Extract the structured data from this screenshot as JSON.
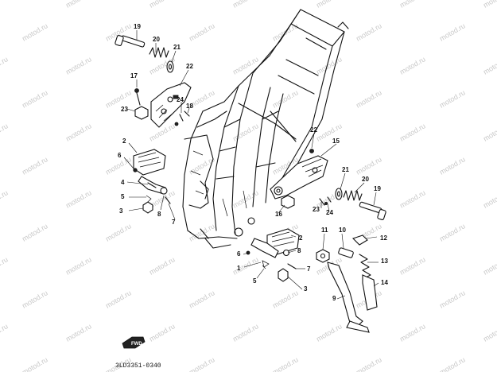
{
  "diagram": {
    "code": "3LD3351-0340",
    "watermark": "motod.ru",
    "callouts": [
      "19",
      "20",
      "21",
      "22",
      "17",
      "23",
      "24",
      "18",
      "2",
      "6",
      "4",
      "5",
      "3",
      "8",
      "7",
      "22",
      "15",
      "21",
      "20",
      "19",
      "16",
      "23",
      "24",
      "2",
      "11",
      "10",
      "12",
      "6",
      "8",
      "1",
      "7",
      "5",
      "3",
      "13",
      "14",
      "9"
    ]
  }
}
